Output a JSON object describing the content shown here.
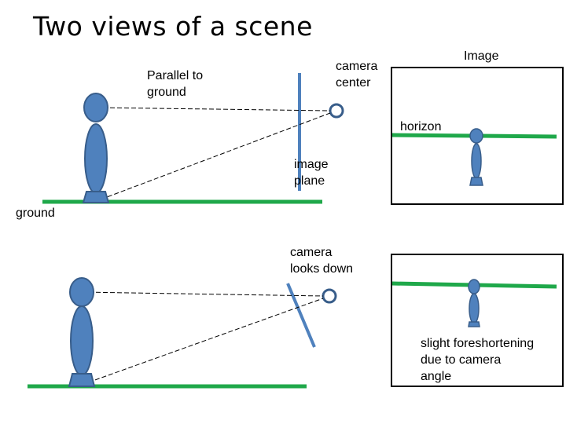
{
  "title": "Two views of a scene",
  "labels": {
    "parallel": "Parallel to\nground",
    "camera_center": "camera\ncenter",
    "image_caption": "Image",
    "horizon": "horizon",
    "image_plane": "image\nplane",
    "ground": "ground",
    "looks_down": "camera\nlooks down",
    "foreshortening": "slight foreshortening\ndue to camera\nangle"
  },
  "colors": {
    "figure_fill": "#4F81BD",
    "figure_stroke": "#385D8A",
    "ground_line": "#1FA84A",
    "image_plane": "#4F81BD",
    "frame": "#000000"
  },
  "icons": [
    "person-figure",
    "camera-center-circle"
  ]
}
